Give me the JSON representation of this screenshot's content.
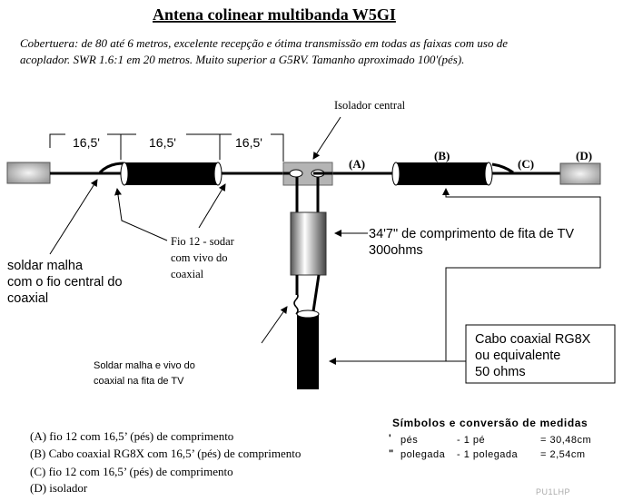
{
  "title": "Antena colinear multibanda W5GI",
  "description": [
    "Cobertuera: de 80 até 6 metros, excelente recepção e ótima transmissão em todas as faixas com uso  de",
    "acoplador. SWR 1.6:1 em 20 metros. Muito superior a G5RV. Tamanho aproximado 100'(pés)."
  ],
  "dimensions": [
    "16,5'",
    "16,5'",
    "16,5'"
  ],
  "segment_labels": {
    "a": "(A)",
    "b": "(B)",
    "c": "(C)",
    "d": "(D)"
  },
  "center_insulator_label": "Isolador central",
  "left_note": [
    "soldar  malha",
    "com o fio central do",
    "coaxial"
  ],
  "fio_note": [
    "Fio 12 - sodar",
    "com vivo do",
    "coaxial"
  ],
  "ladder_note": [
    "34'7\" de comprimento de fita de TV",
    "300ohms"
  ],
  "solder_note": [
    "Soldar malha e vivo do",
    "coaxial na fita de TV"
  ],
  "coax_box": [
    "Cabo coaxial RG8X",
    "ou equivalente",
    "50 ohms"
  ],
  "legend": [
    "(A) fio 12 com 16,5’ (pés) de comprimento",
    "(B) Cabo coaxial RG8X com 16,5’ (pés) de comprimento",
    "(C) fio 12 com 16,5’ (pés) de comprimento",
    "(D) isolador"
  ],
  "symbols": {
    "heading": "Símbolos e conversão de medidas",
    "rows": [
      {
        "sym": "'",
        "name": "pés",
        "unit": "- 1 pé",
        "value": "= 30,48cm"
      },
      {
        "sym": "\"",
        "name": "polegada",
        "unit": "- 1 polegada",
        "value": "= 2,54cm"
      }
    ]
  },
  "watermark": "PU1LHP"
}
